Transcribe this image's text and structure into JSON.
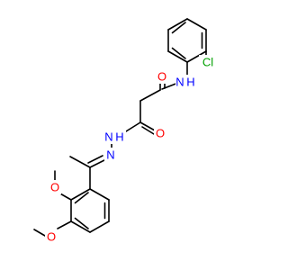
{
  "molecule": {
    "atoms": {
      "O1": {
        "label": "O",
        "color": "#ff0000"
      },
      "NH": {
        "label": "N H",
        "color": "#0000ff"
      },
      "Cl": {
        "label": "Cl",
        "color": "#00a000"
      },
      "O2": {
        "label": "O",
        "color": "#ff0000"
      },
      "N1": {
        "label": "N H",
        "color": "#0000ff"
      },
      "N2": {
        "label": "N",
        "color": "#0000ff"
      },
      "O3": {
        "label": "O",
        "color": "#ff0000"
      },
      "O4": {
        "label": "O",
        "color": "#ff0000"
      }
    }
  }
}
